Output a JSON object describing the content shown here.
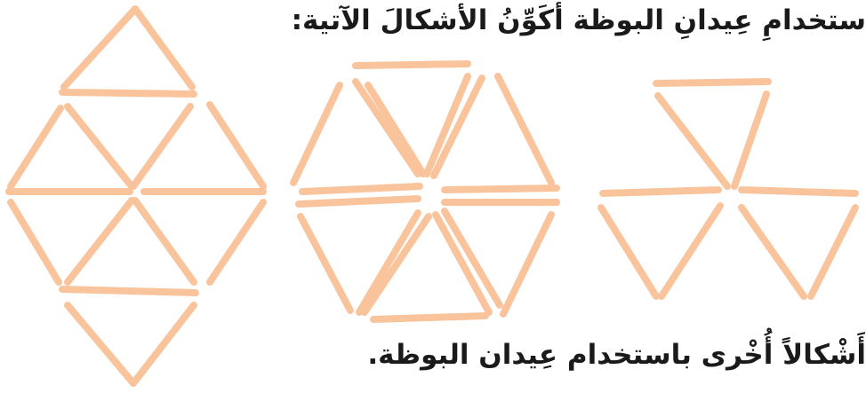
{
  "instruction": "ستخدامِ عِيدانِ البوظة أكَوِّنُ الأشكالَ الآتية:",
  "footer": "أَشْكالاً أُخْرى باستخدام عِيدان البوظة.",
  "colors": {
    "stick": "#f9c49c",
    "text": "#1a1a1a",
    "background": "#ffffff"
  },
  "figures": [
    {
      "name": "rhombus-of-triangles",
      "triangles": 8,
      "sticks": 16
    },
    {
      "name": "hexagon-of-triangles",
      "triangles": 6,
      "sticks": 18
    },
    {
      "name": "three-triangles-pinwheel",
      "triangles": 3,
      "sticks": 9
    }
  ]
}
